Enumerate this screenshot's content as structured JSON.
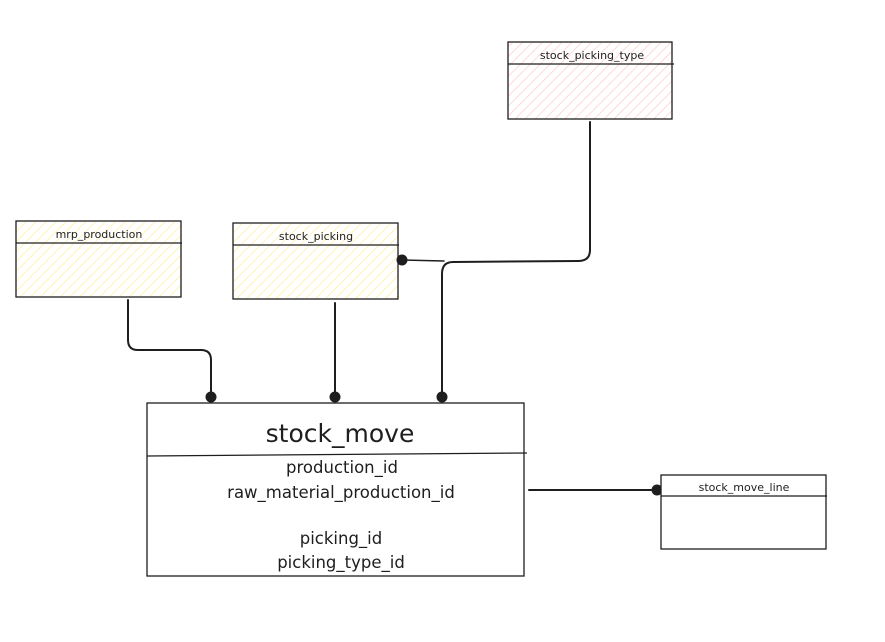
{
  "entities": {
    "stock_picking_type": {
      "title": "stock_picking_type",
      "fill_color": "#ffc9c9"
    },
    "mrp_production": {
      "title": "mrp_production",
      "fill_color": "#ffec99"
    },
    "stock_picking": {
      "title": "stock_picking",
      "fill_color": "#ffec99"
    },
    "stock_move": {
      "title": "stock_move",
      "fields": [
        "production_id",
        "raw_material_production_id",
        "",
        "picking_id",
        "picking_type_id"
      ]
    },
    "stock_move_line": {
      "title": "stock_move_line"
    }
  },
  "colors": {
    "stroke": "#1e1e1e",
    "background": "#ffffff"
  }
}
